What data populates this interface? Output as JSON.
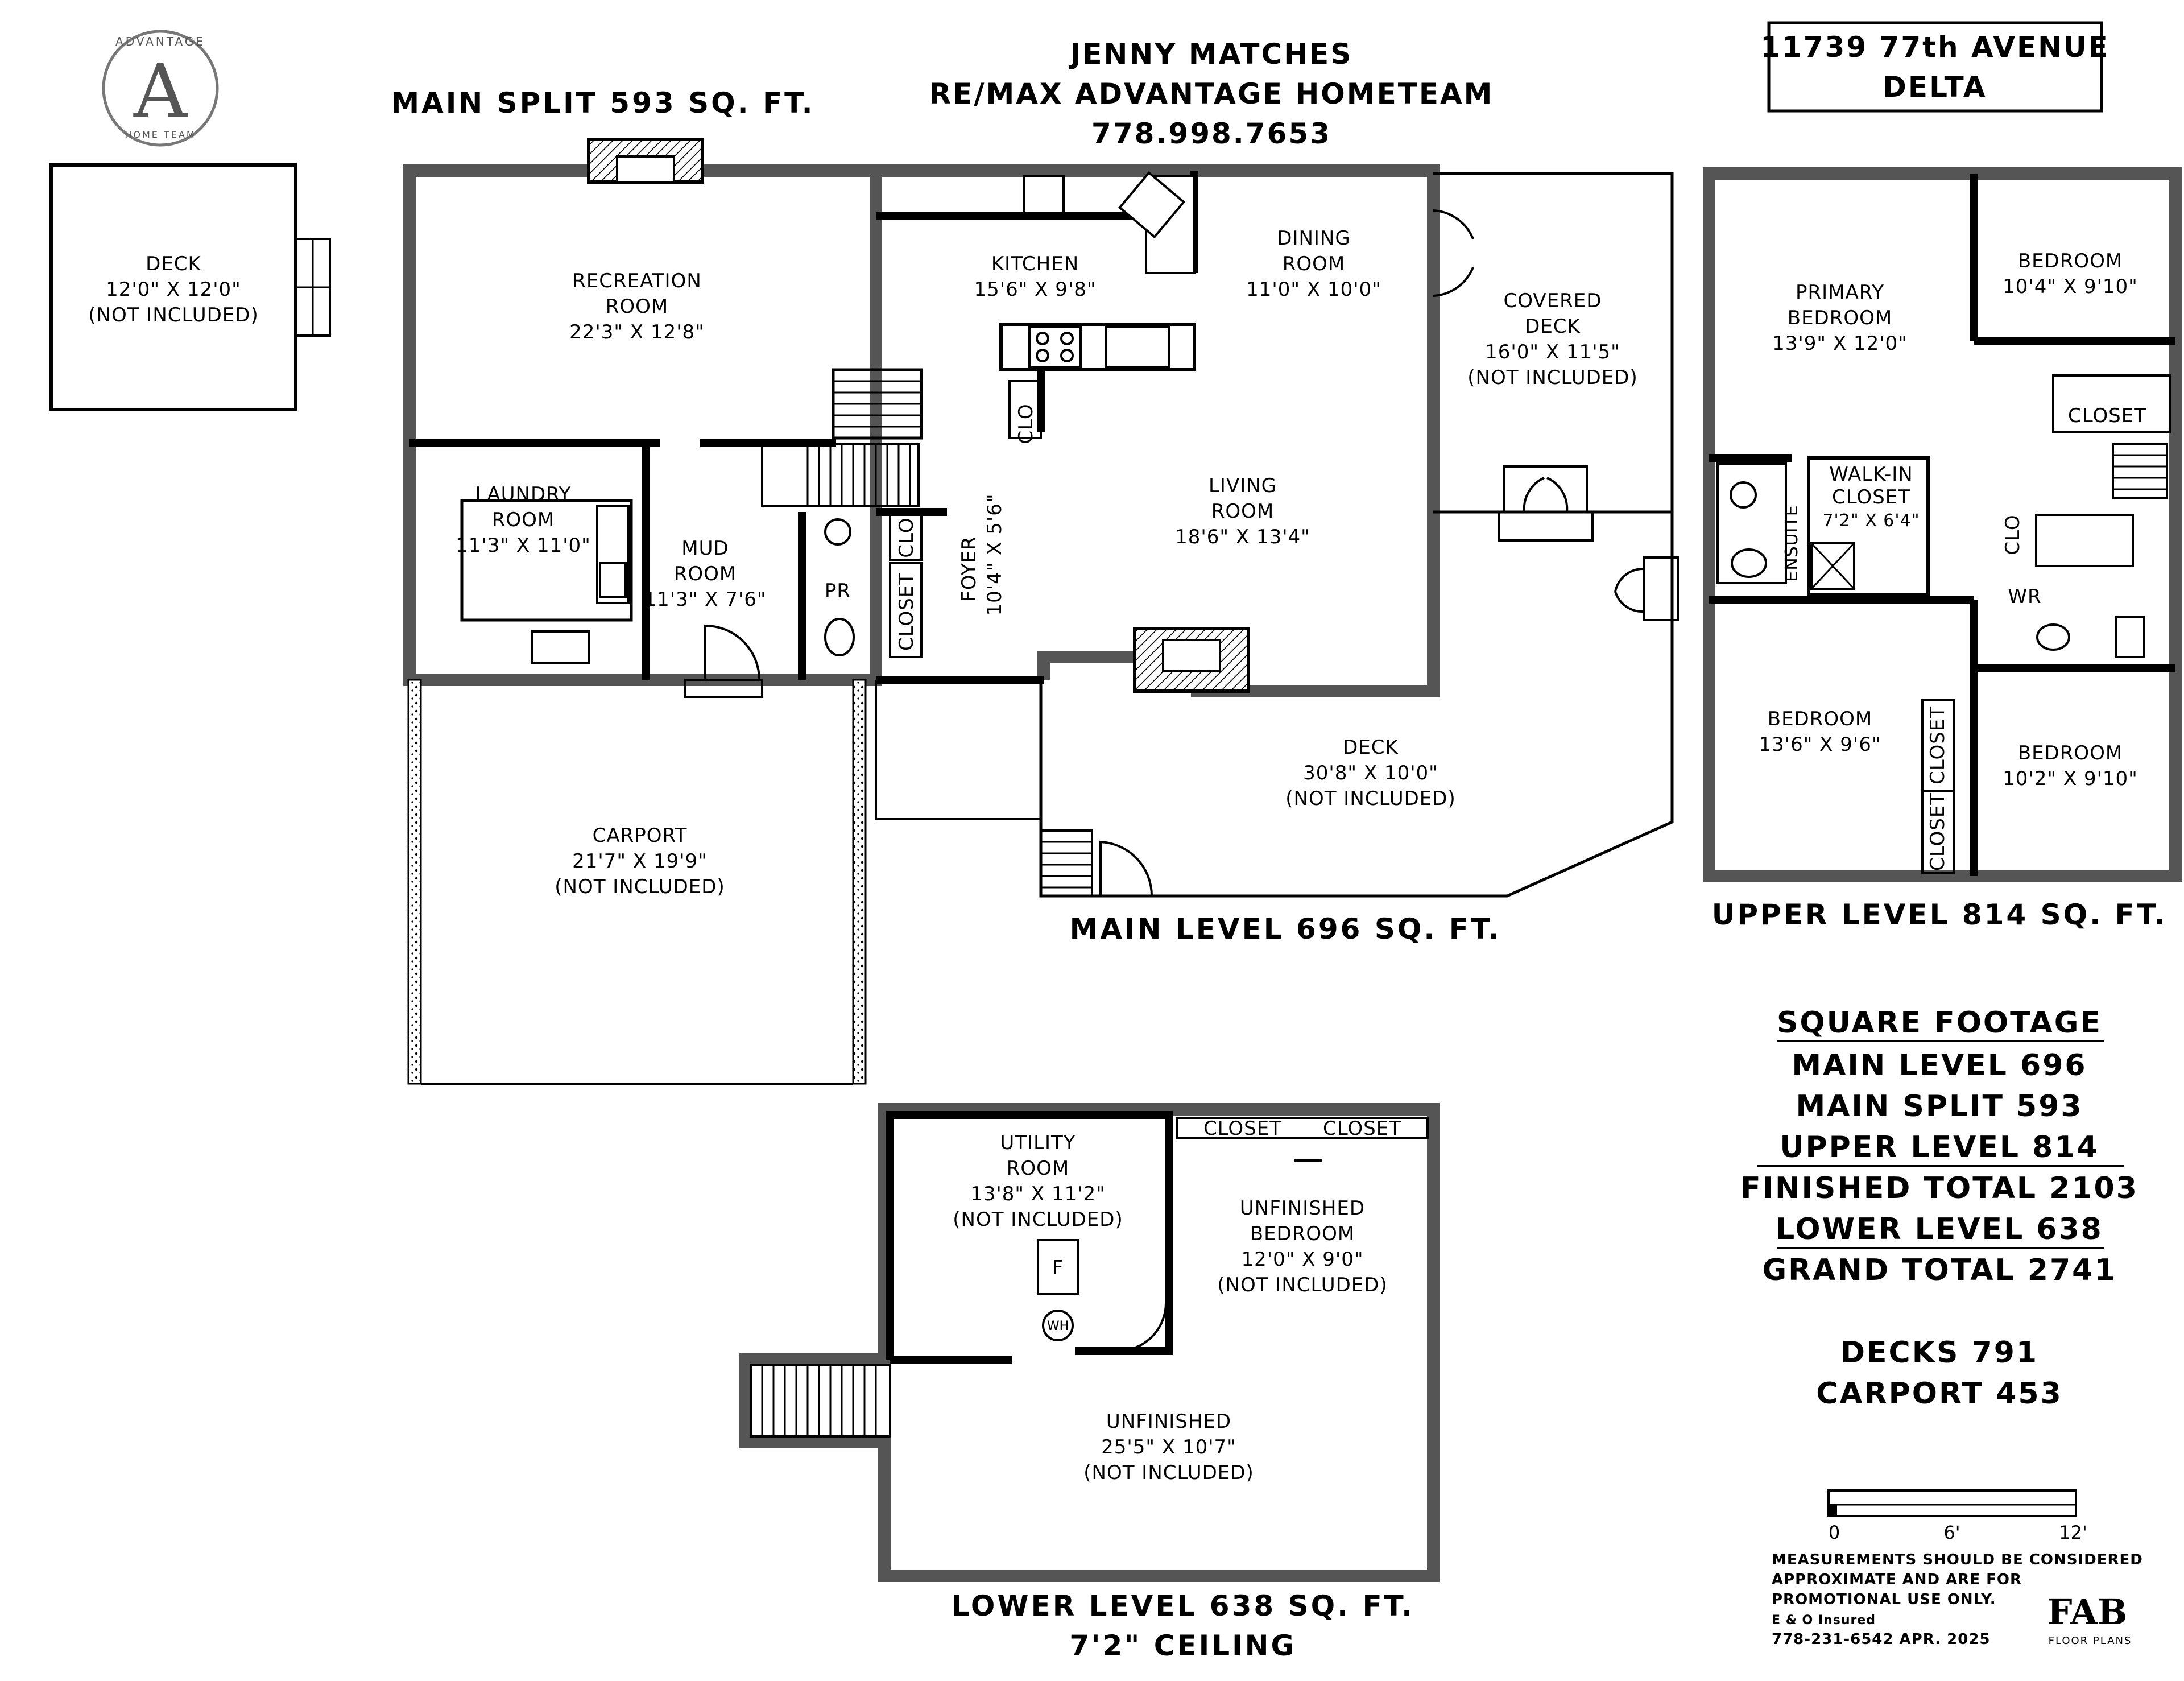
{
  "header": {
    "agent_name": "JENNY MATCHES",
    "brokerage": "RE/MAX ADVANTAGE HOMETEAM",
    "phone": "778.998.7653",
    "address_line1": "11739 77th AVENUE",
    "address_line2": "DELTA"
  },
  "logo": {
    "letter": "A",
    "ring_top": "ADVANTAGE",
    "ring_bottom": "HOME TEAM"
  },
  "levels": {
    "main_split": "MAIN SPLIT 593 SQ. FT.",
    "main": "MAIN LEVEL 696 SQ. FT.",
    "upper": "UPPER LEVEL 814 SQ. FT.",
    "lower": "LOWER LEVEL 638 SQ. FT.",
    "lower_ceiling": "7'2\" CEILING"
  },
  "rooms": {
    "deck_small": {
      "name": "DECK",
      "dims": "12'0\" X 12'0\"",
      "note": "(NOT INCLUDED)"
    },
    "recreation": {
      "name1": "RECREATION",
      "name2": "ROOM",
      "dims": "22'3\" X 12'8\""
    },
    "kitchen": {
      "name": "KITCHEN",
      "dims": "15'6\" X 9'8\""
    },
    "dining": {
      "name1": "DINING",
      "name2": "ROOM",
      "dims": "11'0\" X 10'0\""
    },
    "covered_deck": {
      "name1": "COVERED",
      "name2": "DECK",
      "dims": "16'0\" X 11'5\"",
      "note": "(NOT INCLUDED)"
    },
    "laundry": {
      "name1": "LAUNDRY",
      "name2": "ROOM",
      "dims": "11'3\" X 11'0\""
    },
    "mud": {
      "name1": "MUD",
      "name2": "ROOM",
      "dims": "11'3\" X 7'6\""
    },
    "pr": {
      "name": "PR"
    },
    "clo_foyer": {
      "name": "CLO"
    },
    "closet_foyer": {
      "name": "CLOSET"
    },
    "foyer": {
      "name": "FOYER",
      "dims": "10'4\" X 5'6\""
    },
    "clo_kitchen": {
      "name": "CLO"
    },
    "living": {
      "name1": "LIVING",
      "name2": "ROOM",
      "dims": "18'6\" X 13'4\""
    },
    "deck_main": {
      "name": "DECK",
      "dims": "30'8\" X 10'0\"",
      "note": "(NOT INCLUDED)"
    },
    "carport": {
      "name": "CARPORT",
      "dims": "21'7\" X 19'9\"",
      "note": "(NOT INCLUDED)"
    },
    "primary_bedroom": {
      "name1": "PRIMARY",
      "name2": "BEDROOM",
      "dims": "13'9\" X 12'0\""
    },
    "bedroom_ne": {
      "name": "BEDROOM",
      "dims": "10'4\" X 9'10\""
    },
    "closet_ne": {
      "name": "CLOSET"
    },
    "ensuite": {
      "name": "ENSUITE"
    },
    "walkin": {
      "name1": "WALK-IN",
      "name2": "CLOSET",
      "dims": "7'2\" X 6'4\""
    },
    "clo_upper": {
      "name": "CLO"
    },
    "wr": {
      "name": "WR"
    },
    "bedroom_sw": {
      "name": "BEDROOM",
      "dims": "13'6\" X 9'6\""
    },
    "bedroom_se": {
      "name": "BEDROOM",
      "dims": "10'2\" X 9'10\""
    },
    "closet_upper1": {
      "name": "CLOSET"
    },
    "closet_upper2": {
      "name": "CLOSET"
    },
    "utility": {
      "name1": "UTILITY",
      "name2": "ROOM",
      "dims": "13'8\" X 11'2\"",
      "note": "(NOT INCLUDED)"
    },
    "furnace": {
      "name": "F"
    },
    "water_heater": {
      "name": "WH"
    },
    "closet_lower1": {
      "name": "CLOSET"
    },
    "closet_lower2": {
      "name": "CLOSET"
    },
    "unfinished_bedroom": {
      "name1": "UNFINISHED",
      "name2": "BEDROOM",
      "dims": "12'0\" X 9'0\"",
      "note": "(NOT INCLUDED)"
    },
    "unfinished": {
      "name": "UNFINISHED",
      "dims": "25'5\" X 10'7\"",
      "note": "(NOT INCLUDED)"
    }
  },
  "square_footage": {
    "title": "SQUARE FOOTAGE",
    "main_level": "MAIN LEVEL 696",
    "main_split": "MAIN SPLIT 593",
    "upper_level": "UPPER LEVEL 814",
    "finished_total": "FINISHED TOTAL 2103",
    "lower_level": "LOWER LEVEL 638",
    "grand_total": "GRAND TOTAL 2741",
    "decks": "DECKS 791",
    "carport": "CARPORT 453"
  },
  "scale": {
    "zero": "0",
    "six": "6'",
    "twelve": "12'"
  },
  "disclaimer": {
    "line1": "MEASUREMENTS SHOULD BE CONSIDERED",
    "line2": "APPROXIMATE AND ARE FOR",
    "line3": "PROMOTIONAL USE ONLY.",
    "line4": "E & O Insured",
    "line5": "778-231-6542  APR. 2025"
  },
  "brand": {
    "mark": "FAB",
    "sub": "FLOOR PLANS"
  }
}
